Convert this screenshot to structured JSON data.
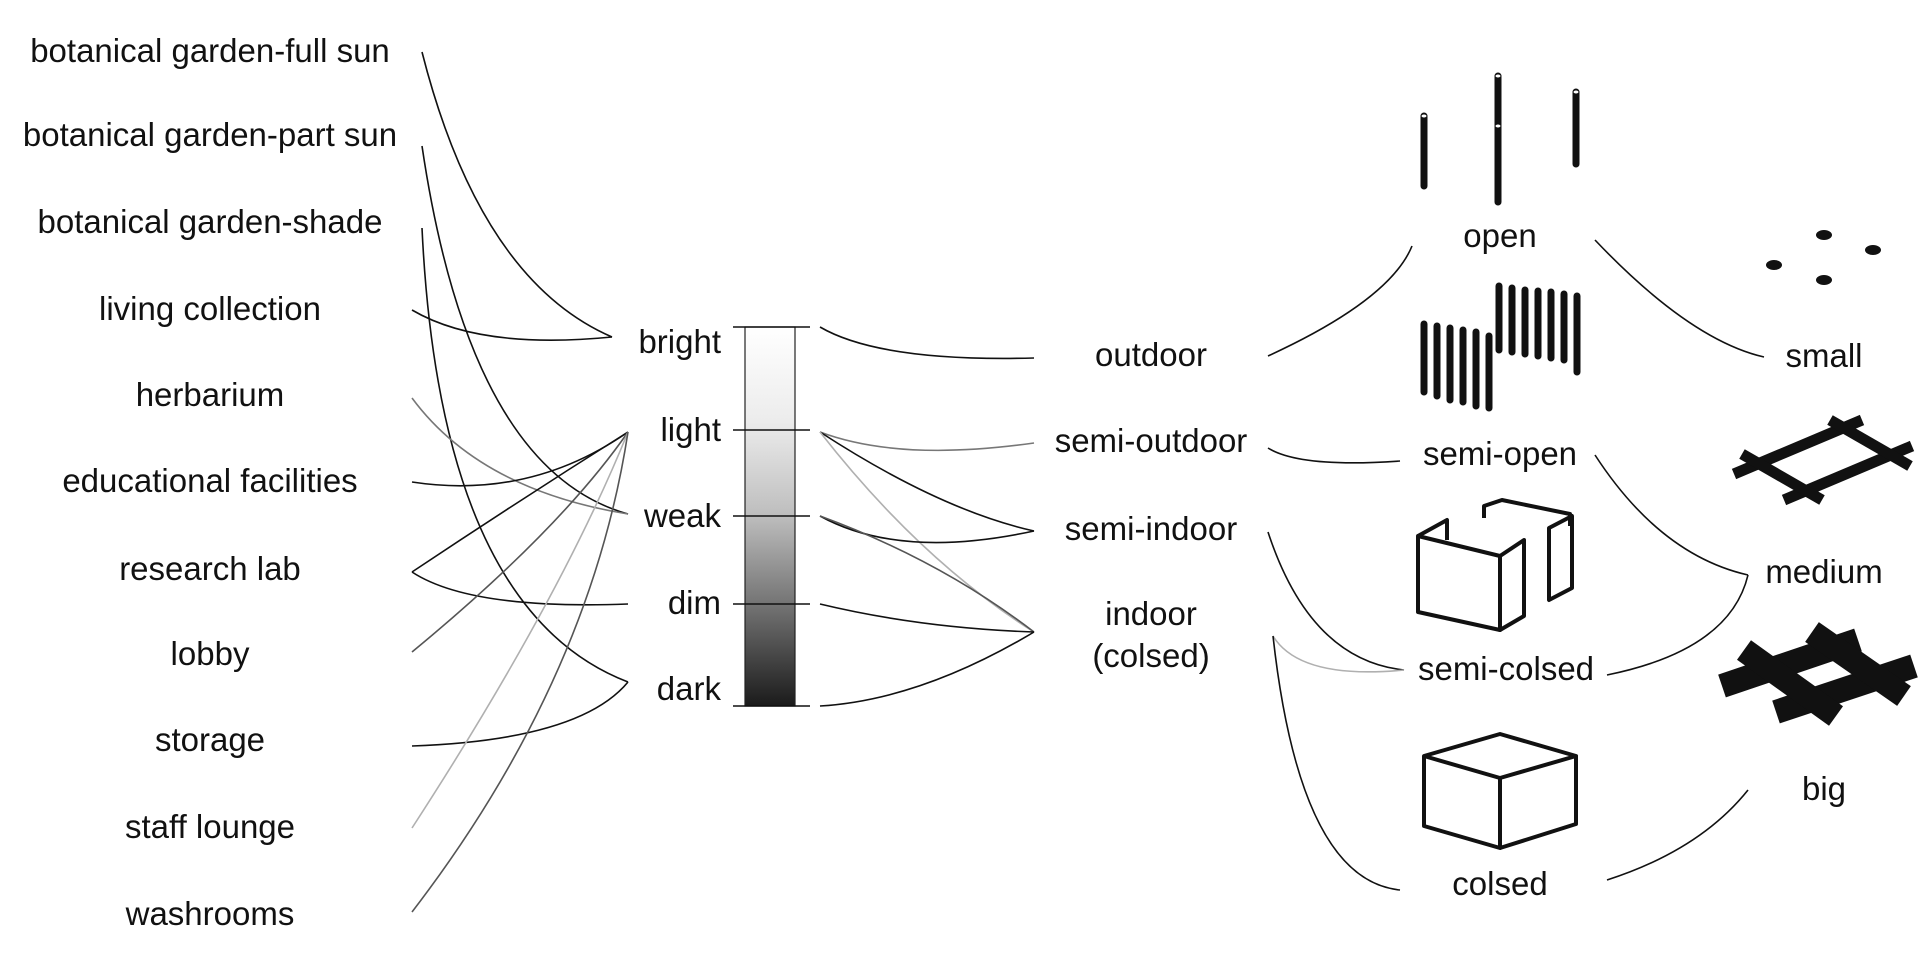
{
  "spaces": {
    "items": [
      "botanical garden-full sun",
      "botanical garden-part sun",
      "botanical garden-shade",
      "living collection",
      "herbarium",
      "educational facilities",
      "research lab",
      "lobby",
      "storage",
      "staff lounge",
      "washrooms"
    ]
  },
  "light_levels": {
    "items": [
      "bright",
      "light",
      "weak",
      "dim",
      "dark"
    ],
    "gradient": {
      "from": "#ffffff",
      "to": "#1b1b1b"
    }
  },
  "enclosure": {
    "items": [
      "outdoor",
      "semi-outdoor",
      "semi-indoor"
    ],
    "indoor_line1": "indoor",
    "indoor_line2": "(colsed)"
  },
  "openness": {
    "items": [
      "open",
      "semi-open",
      "semi-colsed",
      "colsed"
    ],
    "icons": [
      "open-columns-icon",
      "semi-open-columns-icon",
      "semi-closed-walls-icon",
      "closed-box-icon"
    ]
  },
  "size": {
    "items": [
      "small",
      "medium",
      "big"
    ],
    "icons": [
      "small-dots-icon",
      "medium-grid-icon",
      "big-grid-icon"
    ]
  },
  "colors": {
    "connector_dark": "#111111",
    "connector_mid": "#555555",
    "connector_gray": "#7a7a7a",
    "connector_light": "#b0b0b0"
  }
}
